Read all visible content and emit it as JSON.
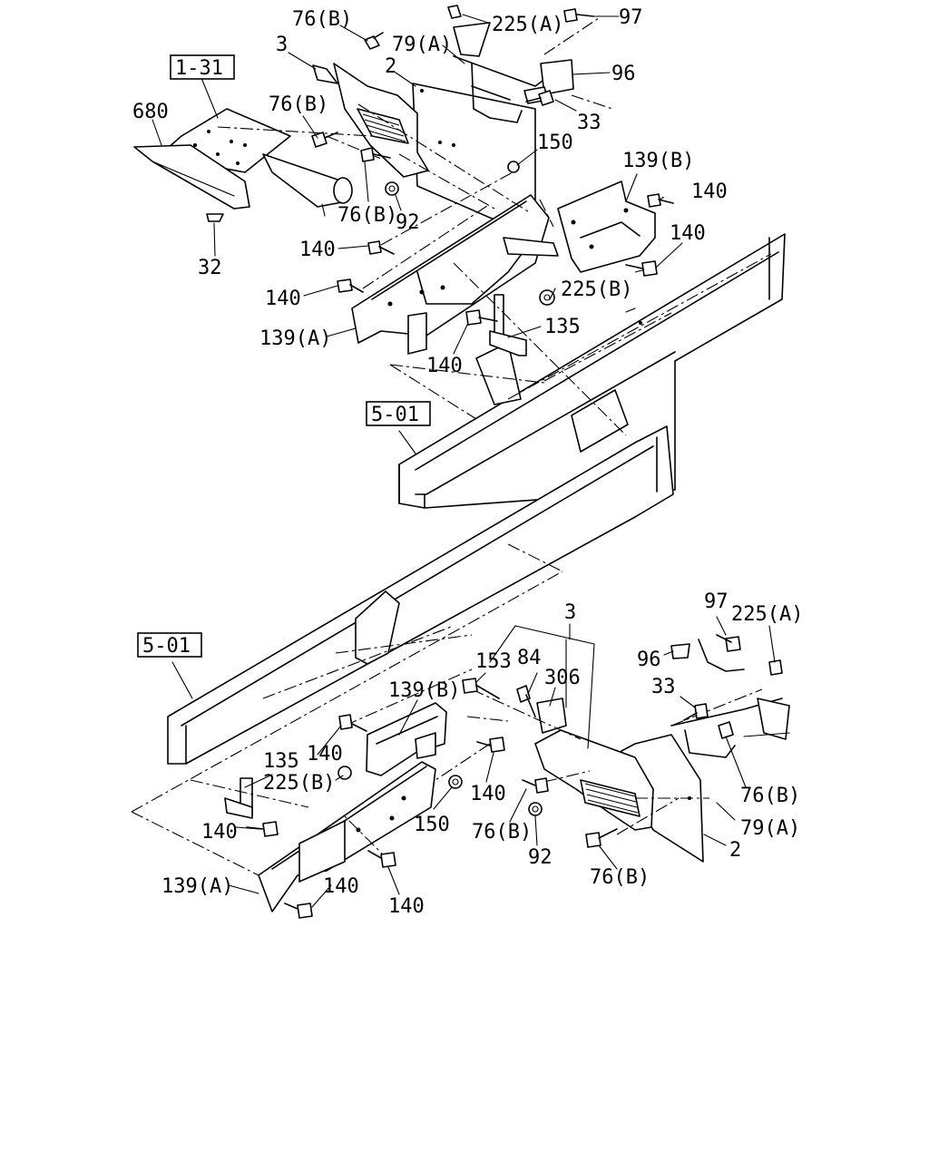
{
  "labels": {
    "l76b_1": "76(B)",
    "l225a_1": "225(A)",
    "l97_1": "97",
    "l3_1": "3",
    "l79a_1": "79(A)",
    "l2_1": "2",
    "l96_1": "96",
    "l76b_2": "76(B)",
    "l33_1": "33",
    "l680": "680",
    "l150_1": "150",
    "l139b_1": "139(B)",
    "l140_1": "140",
    "l76b_3": "76(B)",
    "l92_1": "92",
    "l140_2": "140",
    "l140_3": "140",
    "l32": "32",
    "l225b_1": "225(B)",
    "l140_4": "140",
    "l135_1": "135",
    "l139a_1": "139(A)",
    "l140_5": "140",
    "l97_2": "97",
    "l225a_2": "225(A)",
    "l3_2": "3",
    "l153": "153",
    "l84": "84",
    "l306": "306",
    "l96_2": "96",
    "l33_2": "33",
    "l139b_2": "139(B)",
    "l135_2": "135",
    "l140_6": "140",
    "l225b_2": "225(B)",
    "l140_7": "140",
    "l76b_4": "76(B)",
    "l150_2": "150",
    "l140_8": "140",
    "l92_2": "92",
    "l76b_5": "76(B)",
    "l79a_2": "79(A)",
    "l2_2": "2",
    "l76b_6": "76(B)",
    "l139a_2": "139(A)",
    "l140_9": "140",
    "l140_10": "140"
  },
  "refs": {
    "r131": "1-31",
    "r501_1": "5-01",
    "r501_2": "5-01"
  }
}
